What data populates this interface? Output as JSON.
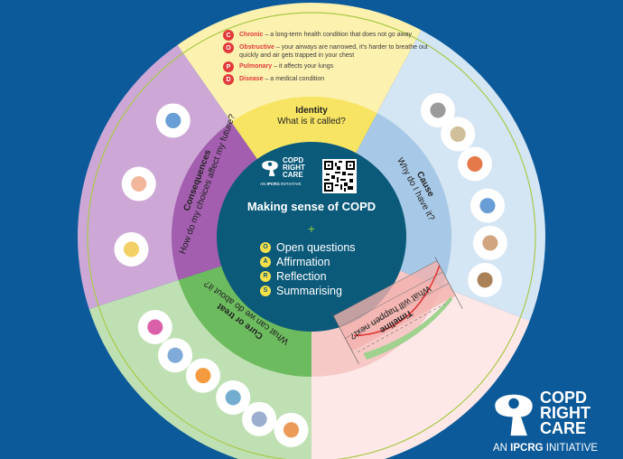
{
  "center": {
    "logo": {
      "line1": "COPD",
      "line2": "RIGHT",
      "line3": "CARE",
      "tagline_prefix": "AN ",
      "tagline_bold": "IPCRG",
      "tagline_suffix": " INITIATIVE"
    },
    "title": "Making sense of COPD",
    "plus": "+",
    "oars": [
      {
        "letter": "O",
        "label": "Open questions"
      },
      {
        "letter": "A",
        "label": "Affirmation"
      },
      {
        "letter": "R",
        "label": "Reflection"
      },
      {
        "letter": "S",
        "label": "Summarising"
      }
    ]
  },
  "segments": {
    "identity": {
      "title": "Identity",
      "question": "What is it called?",
      "color_inner": "#f7e463",
      "color_outer": "#fdf1b0"
    },
    "cause": {
      "title": "Cause",
      "question": "Why do I have it?",
      "color_inner": "#a7c8e6",
      "color_outer": "#d4e5f4"
    },
    "timeline": {
      "title": "Timeline",
      "question": "What will happen next?",
      "color_inner": "#f6c8c6",
      "color_outer": "#fde8e7"
    },
    "cure": {
      "title": "Cure or treat",
      "question": "What can we do about it?",
      "color_inner": "#6dbb5f",
      "color_outer": "#bfe0b3"
    },
    "consequences": {
      "title": "Consequences",
      "question": "How do my choices affect my future?",
      "color_inner": "#a35eb0",
      "color_outer": "#cda8d6"
    }
  },
  "copd_definitions": [
    {
      "letter": "C",
      "term": "Chronic",
      "definition": " – a long-term health condition that does not go away"
    },
    {
      "letter": "O",
      "term": "Obstructive",
      "definition": " – your airways are narrowed, it's harder to breathe out quickly and air gets trapped in your chest"
    },
    {
      "letter": "P",
      "term": "Pulmonary",
      "definition": " – it affects your lungs"
    },
    {
      "letter": "D",
      "term": "Disease",
      "definition": " – a medical condition"
    }
  ],
  "cause_icons": [
    "house-smoke-icon",
    "cigarette-icon",
    "car-exhaust-icon",
    "chemical-icon",
    "arm-icon",
    "lungs-icon"
  ],
  "cure_icons": [
    "exercise-icon",
    "medication-icon",
    "healthy-food-icon",
    "inhaler-icon",
    "vaccine-icon",
    "stop-smoking-icon"
  ],
  "consequence_icons": [
    "oxygen-icon",
    "lungs-icon",
    "quality-of-life-icon"
  ],
  "brand": {
    "line1": "COPD",
    "line2": "RIGHT",
    "line3": "CARE",
    "tagline_prefix": "AN ",
    "tagline_bold": "IPCRG",
    "tagline_suffix": " INITIATIVE"
  },
  "colors": {
    "background": "#0c5a9a",
    "center": "#0b5a7a",
    "accent_red": "#e23a3a",
    "accent_yellow": "#f6e04a",
    "ring_line": "#a9c94a"
  }
}
